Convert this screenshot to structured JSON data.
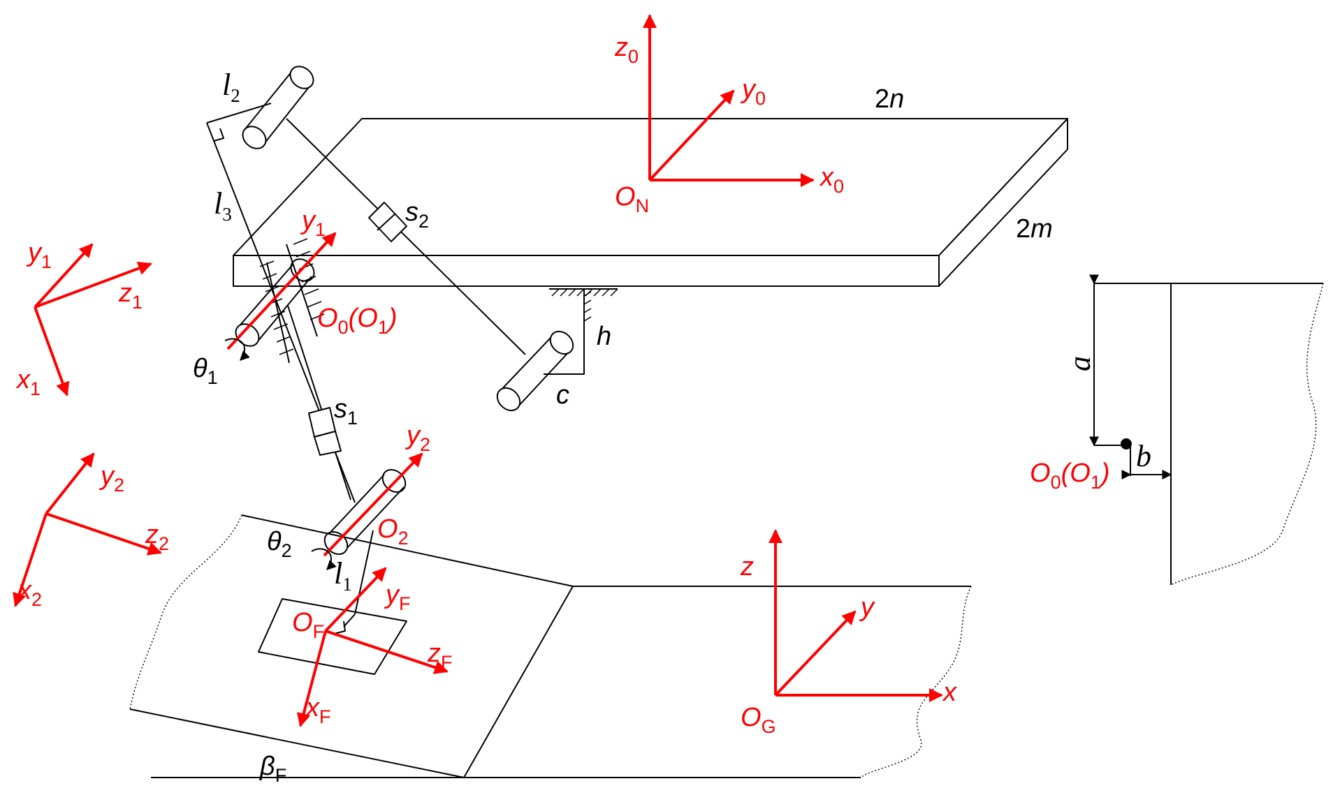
{
  "colors": {
    "frame": "#ff0000",
    "line": "#000000"
  },
  "labels": {
    "z0": "z",
    "z0_sub": "0",
    "y0": "y",
    "y0_sub": "0",
    "x0": "x",
    "x0_sub": "0",
    "ON": "O",
    "ON_sub": "N",
    "two_n": "2",
    "two_n_var": "n",
    "two_m": "2",
    "two_m_var": "m",
    "l2": "l",
    "l2_sub": "2",
    "l3": "l",
    "l3_sub": "3",
    "l1": "l",
    "l1_sub": "1",
    "s2": "s",
    "s2_sub": "2",
    "s1": "s",
    "s1_sub": "1",
    "y1a": "y",
    "y1a_sub": "1",
    "y1": "y",
    "y1_sub": "1",
    "z1": "z",
    "z1_sub": "1",
    "x1": "x",
    "x1_sub": "1",
    "y2a": "y",
    "y2a_sub": "2",
    "y2": "y",
    "y2_sub": "2",
    "z2": "z",
    "z2_sub": "2",
    "x2": "x",
    "x2_sub": "2",
    "O0O1_a": "O",
    "O0O1_a_sub1": "0",
    "O0O1_a_mid": "(O",
    "O0O1_a_sub2": "1",
    "O0O1_a_end": ")",
    "O0O1_b": "O",
    "O0O1_b_sub1": "0",
    "O0O1_b_mid": "(O",
    "O0O1_b_sub2": "1",
    "O0O1_b_end": ")",
    "theta1": "θ",
    "theta1_sub": "1",
    "theta2": "θ",
    "theta2_sub": "2",
    "O2": "O",
    "O2_sub": "2",
    "h": "h",
    "c": "c",
    "a": "a",
    "b": "b",
    "yF": "y",
    "yF_sub": "F",
    "zF": "z",
    "zF_sub": "F",
    "xF": "x",
    "xF_sub": "F",
    "OF": "O",
    "OF_sub": "F",
    "z": "z",
    "y": "y",
    "x": "x",
    "OG": "O",
    "OG_sub": "G",
    "betaF": "β",
    "betaF_sub": "F"
  }
}
